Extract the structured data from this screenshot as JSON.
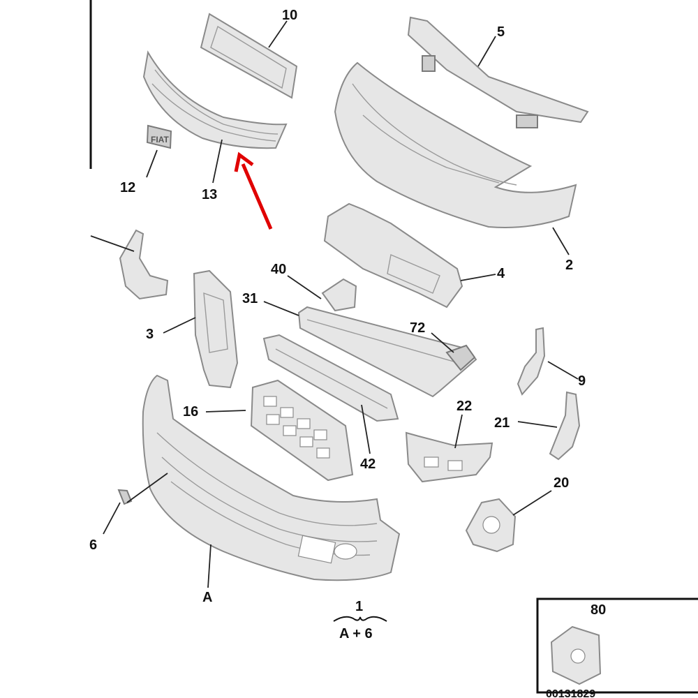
{
  "callouts": {
    "c1": "1",
    "c2": "2",
    "c3": "3",
    "c4": "4",
    "c5": "5",
    "c6": "6",
    "c9": "9",
    "c10": "10",
    "c12": "12",
    "c13": "13",
    "c16": "16",
    "c20": "20",
    "c21": "21",
    "c22": "22",
    "c31": "31",
    "c40": "40",
    "c42": "42",
    "c72": "72",
    "cA": "A",
    "c80": "80"
  },
  "assembly_formula": "A + 6",
  "reference_code": "00131829",
  "badge_text": "FIAT",
  "colors": {
    "highlight_arrow": "#e00000",
    "part_fill": "#e6e6e6",
    "line": "#222222"
  }
}
